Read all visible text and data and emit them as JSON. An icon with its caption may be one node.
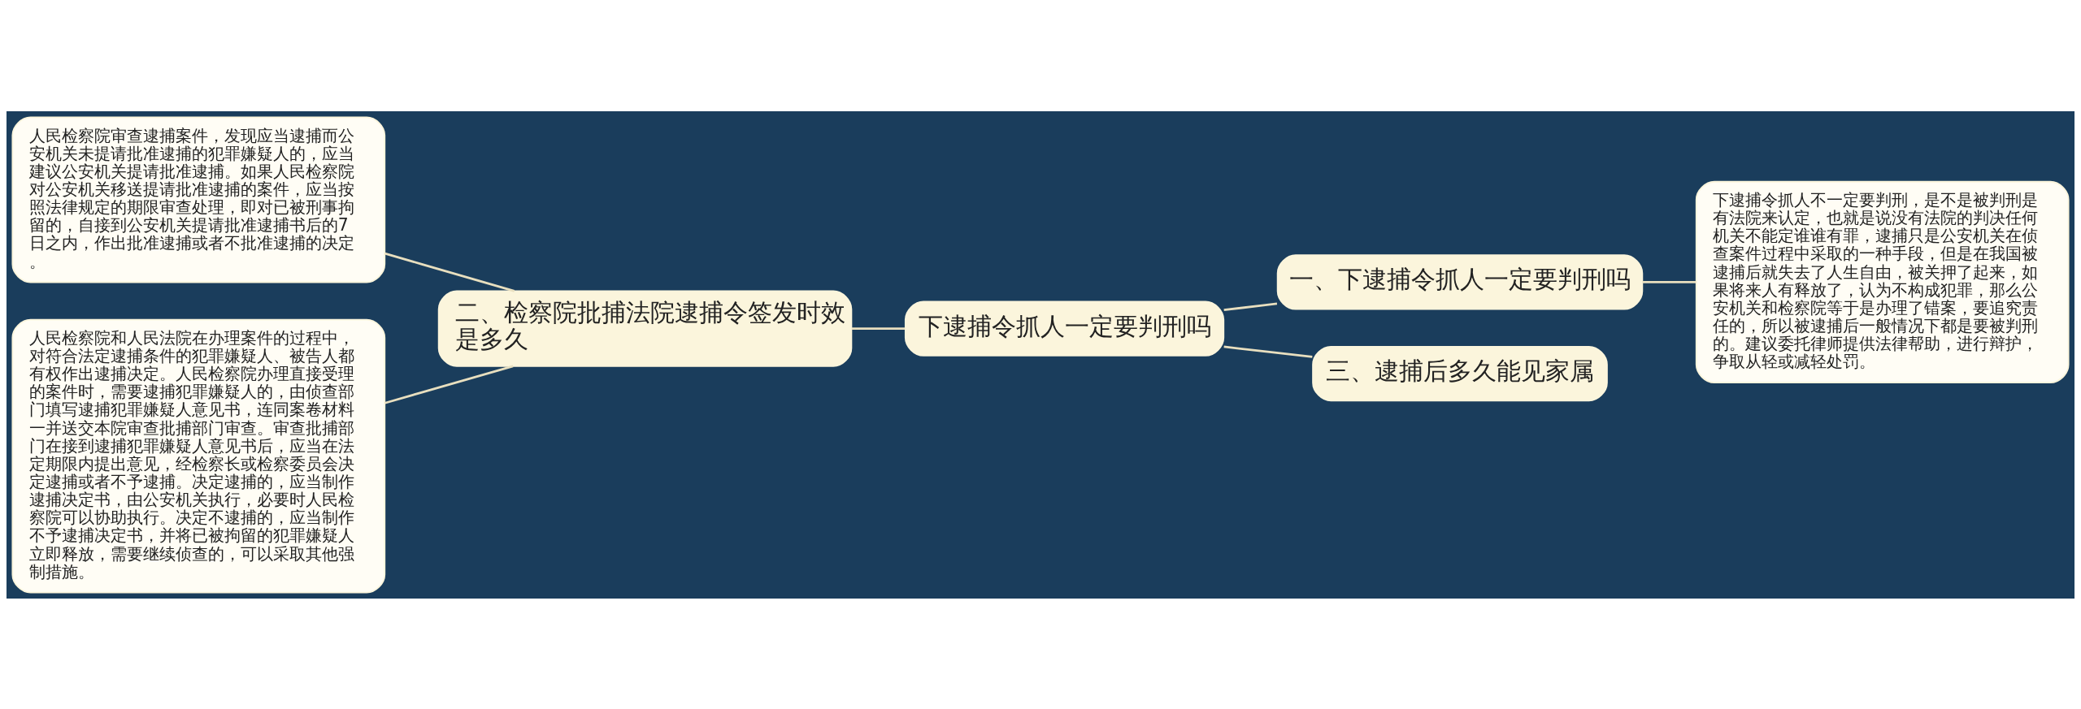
{
  "diagram": {
    "nodes": [
      {
        "text": [
          "下逮捕令抓人一定要判刑吗"
        ]
      },
      {
        "text": [
          "二、检察院批捕法院逮捕令签发时效是多久"
        ]
      },
      {
        "text": [
          "人民检察院审查逮捕案件，发现应当逮捕而公安机关未提请批准逮捕的犯罪嫌疑人的，应当建议公安机关提请批准逮捕。如果人民检察院对公安机关移送提请批准逮捕的案件，应当按照法律规定的期限审查处理，即对已被刑事拘留的，自接到公安机关提请批准逮捕书后的7日之内，作出批准逮捕或者不批准逮捕的决定。"
        ]
      },
      {
        "text": [
          "人民检察院和人民法院在办理案件的过程中，对符合法定逮捕条件的犯罪嫌疑人、被告人都有权作出逮捕决定。人民检察院办理直接受理的案件时，需要逮捕犯罪嫌疑人的，由侦查部门填写逮捕犯罪嫌疑人意见书，连同案卷材料一并送交本院审查批捕部门审查。审查批捕部门在接到逮捕犯罪嫌疑人意见书后，应当在法定期限内提出意见，经检察长或检察委员会决定逮捕或者不予逮捕。决定逮捕的，应当制作逮捕决定书，由公安机关执行，必要时人民检察院可以协助执行。决定不逮捕的，应当制作不予逮捕决定书，并将已被拘留的犯罪嫌疑人立即释放，需要继续侦查的，可以采取其他强制措施。"
        ]
      },
      {
        "text": [
          "一、下逮捕令抓人一定要判刑吗"
        ]
      },
      {
        "text": [
          "下逮捕令抓人不一定要判刑，是不是被判刑是有法院来认定，也就是说没有法院的判决任何机关不能定谁谁有罪，逮捕只是公安机关在侦查案件过程中采取的一种手段，但是在我国被逮捕后就失去了人生自由，被关押了起来，如果将来人有释放了，认为不构成犯罪，那么公安机关和检察院等于是办理了错案，要追究责任的，所以被逮捕后一般情况下都是要被判刑的。建议委托律师提供法律帮助，进行辩护，争取从轻或减轻处罚。"
        ]
      },
      {
        "text": [
          "三、逮捕后多久能见家属"
        ]
      }
    ],
    "edges": [
      {
        "from": 0,
        "to": 1,
        "arrow": "none"
      },
      {
        "from": 1,
        "to": 2,
        "arrow": "none"
      },
      {
        "from": 1,
        "to": 3,
        "arrow": "none"
      },
      {
        "from": 0,
        "to": 4,
        "arrow": "none"
      },
      {
        "from": 4,
        "to": 5,
        "arrow": "none"
      },
      {
        "from": 0,
        "to": 6,
        "arrow": "none"
      }
    ]
  }
}
